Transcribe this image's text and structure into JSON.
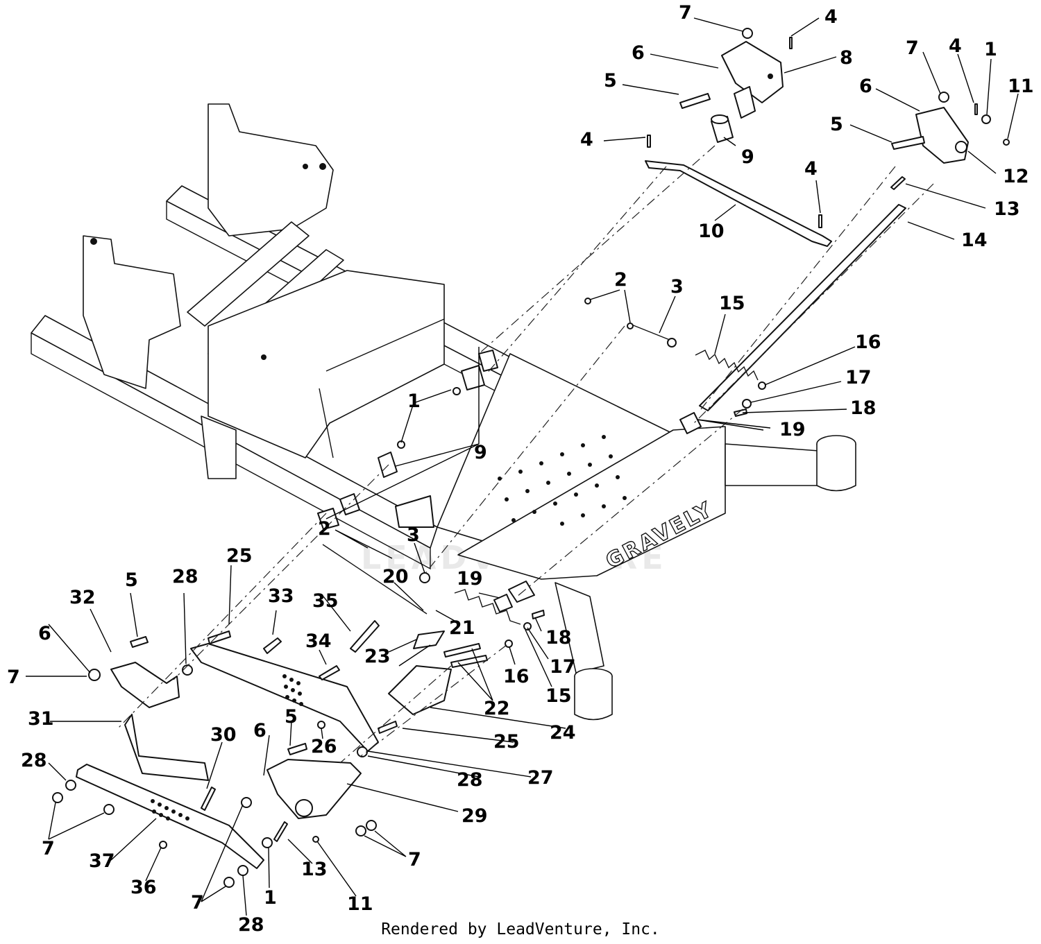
{
  "diagram": {
    "brand_decal": "GRAVELY",
    "watermark": "LEADVENTURE",
    "callouts": [
      "1",
      "2",
      "3",
      "4",
      "5",
      "6",
      "7",
      "8",
      "9",
      "10",
      "11",
      "12",
      "13",
      "14",
      "15",
      "16",
      "17",
      "18",
      "19",
      "20",
      "21",
      "22",
      "23",
      "24",
      "25",
      "26",
      "27",
      "28",
      "29",
      "30",
      "31",
      "32",
      "33",
      "34",
      "35",
      "36",
      "37"
    ],
    "footer_credit": "Rendered by LeadVenture, Inc."
  }
}
